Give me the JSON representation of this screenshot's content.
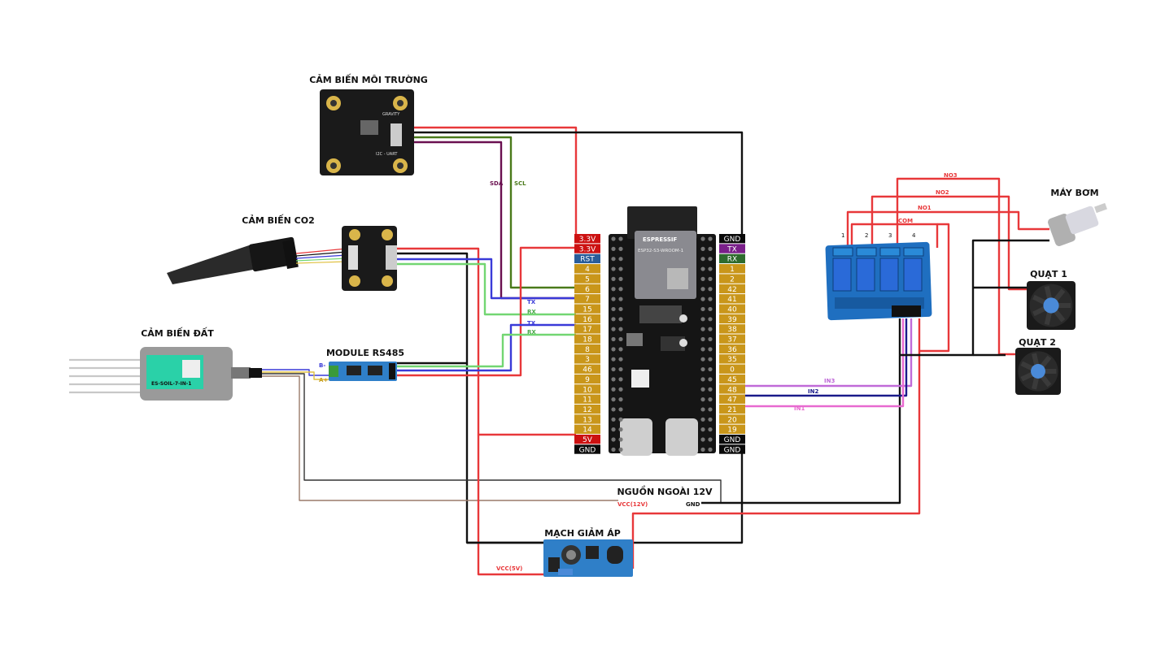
{
  "titles": {
    "env_sensor": "CẢM BIẾN MÔI TRƯỜNG",
    "co2_sensor": "CẢM BIẾN CO2",
    "soil_sensor": "CẢM BIẾN ĐẤT",
    "rs485": "MODULE RS485",
    "pump": "MÁY BƠM",
    "fan1": "QUẠT 1",
    "fan2": "QUẠT 2",
    "power": "NGUỒN NGOÀI 12V",
    "buck": "MẠCH GIẢM ÁP"
  },
  "left_pins": [
    "3.3V",
    "3.3V",
    "RST",
    "4",
    "5",
    "6",
    "7",
    "15",
    "16",
    "17",
    "18",
    "8",
    "3",
    "46",
    "9",
    "10",
    "11",
    "12",
    "13",
    "14",
    "5V",
    "GND"
  ],
  "right_pins": [
    "GND",
    "TX",
    "RX",
    "1",
    "2",
    "42",
    "41",
    "40",
    "39",
    "38",
    "37",
    "36",
    "35",
    "0",
    "45",
    "48",
    "47",
    "21",
    "20",
    "19",
    "GND",
    "GND"
  ],
  "wire_labels": {
    "sda": "SDA",
    "scl": "SCL",
    "tx1": "TX",
    "rx1": "RX",
    "tx2": "TX",
    "rx2": "RX",
    "b_minus": "B-",
    "a_plus": "A+",
    "in1": "IN1",
    "in2": "IN2",
    "in3": "IN3",
    "no1": "NO1",
    "no2": "NO2",
    "no3": "NO3",
    "com": "COM",
    "vcc12": "VCC(12V)",
    "gnd": "GND",
    "vcc5": "VCC(5V)"
  },
  "relay_channels": [
    "1",
    "2",
    "3",
    "4"
  ],
  "board_text": {
    "brand": "ESPRESSIF",
    "module": "ESP32-S3-WROOM-1",
    "soil_label": "ES-SOIL-7-IN-1",
    "env_brand": "GRAVITY",
    "env_iface": "I2C - UART"
  },
  "colors": {
    "pin_gold": "#c9961a",
    "pin_red": "#cc1111",
    "pin_blue": "#2a5d9a",
    "pin_black": "#0a0a0a",
    "pin_purple": "#7a1f8a",
    "pin_green": "#2e6b2e",
    "wire_red": "#e8383a",
    "wire_black": "#111111",
    "wire_blue": "#3a3ad8",
    "wire_green": "#72d672",
    "wire_sda": "#6a1050",
    "wire_scl": "#4a7a1a",
    "wire_in1": "#e86ad0",
    "wire_in2": "#1a1a8a",
    "wire_in3": "#c06ad8",
    "wire_brown": "#9a7a6a",
    "relay_blue": "#1f6fc0"
  }
}
